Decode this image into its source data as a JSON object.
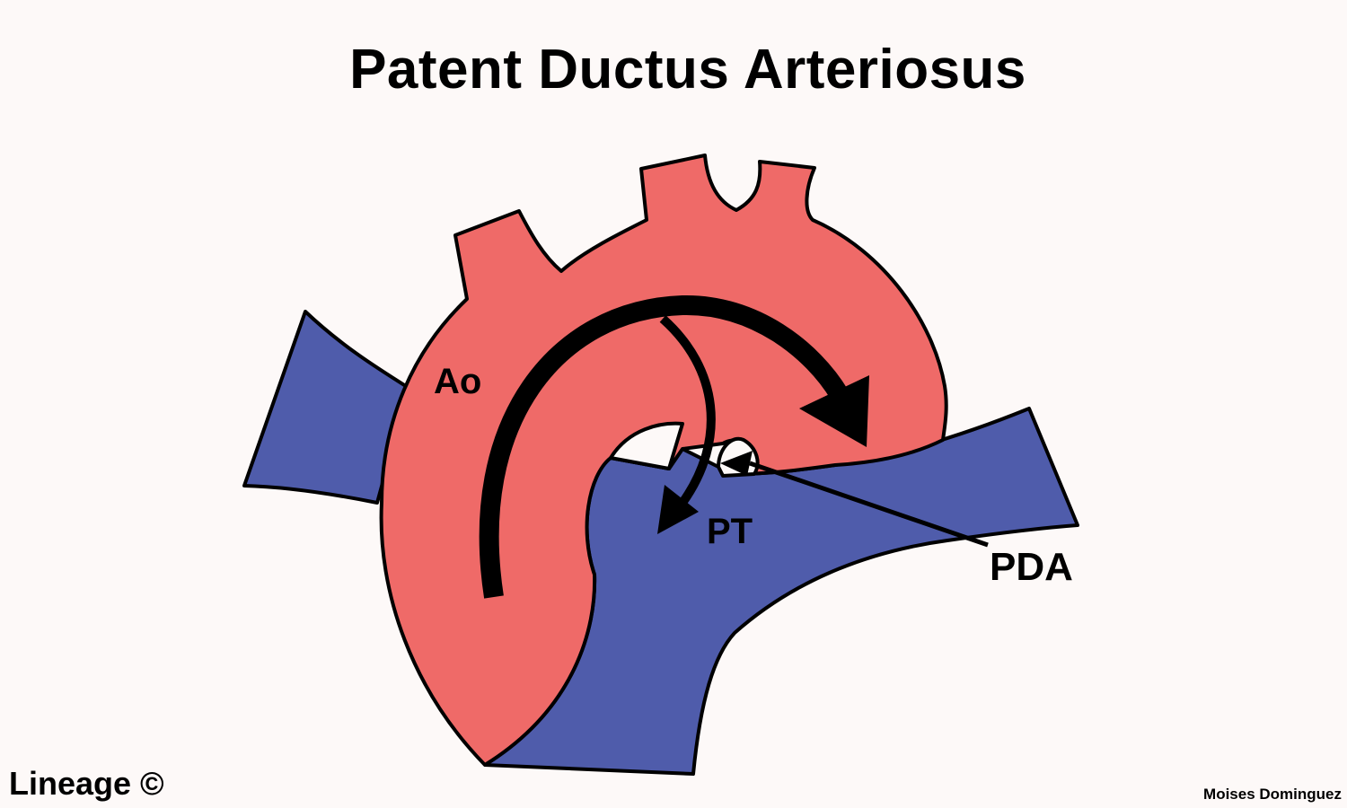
{
  "title": "Patent Ductus Arteriosus",
  "labels": {
    "aorta": "Ao",
    "pulmonary_trunk": "PT",
    "ductus": "PDA"
  },
  "footer": {
    "brand": "Lineage ©",
    "author": "Moises Dominguez"
  },
  "colors": {
    "background": "#fdf9f8",
    "aorta": "#ef6a68",
    "pulmonary": "#4f5cab",
    "outline": "#000000"
  }
}
